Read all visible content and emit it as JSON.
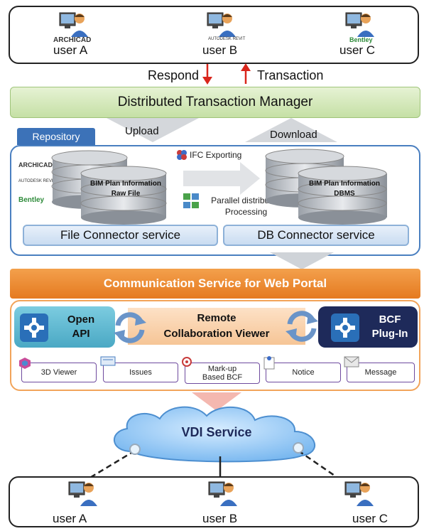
{
  "top_users": {
    "a": {
      "label": "user A",
      "logo": "ARCHICAD"
    },
    "b": {
      "label": "user B",
      "logo": "AUTODESK REVIT"
    },
    "c": {
      "label": "user C",
      "logo": "Bentley"
    }
  },
  "arrows": {
    "respond": "Respond",
    "transaction": "Transaction"
  },
  "dtm": {
    "label": "Distributed Transaction Manager"
  },
  "repository": {
    "tab": "Repository",
    "upload": "Upload",
    "download": "Download",
    "logos": [
      "ARCHICAD",
      "AUTODESK REVIT",
      "Bentley"
    ],
    "raw_db": "BIM Plan Information Raw File",
    "dbms": "BIM Plan Information DBMS",
    "ifc": "IFC Exporting",
    "parallel": "Parallel distributed Processing",
    "file_connector": "File Connector service",
    "db_connector": "DB Connector service"
  },
  "comm": {
    "label": "Communication Service for Web Portal"
  },
  "collab": {
    "open_api": "Open API",
    "viewer": "Remote Collaboration Viewer",
    "bcf": "BCF Plug-In",
    "tabs": [
      "3D Viewer",
      "Issues",
      "Mark-up Based BCF",
      "Notice",
      "Message"
    ]
  },
  "vdi": {
    "label": "VDI Service"
  },
  "bottom_users": {
    "a": "user A",
    "b": "user B",
    "c": "user C"
  },
  "colors": {
    "green_bar": "#cfe6b0",
    "orange_bar": "#ef8a2e",
    "blue_border": "#4a7fc0",
    "dark_navy": "#1e2a5a",
    "teal": "#57b8d0",
    "cloud": "#8fc3f0"
  },
  "icons": [
    "user-computer-icon",
    "gear-icon",
    "sync-arrows-icon",
    "database-icon",
    "cloud-icon"
  ]
}
